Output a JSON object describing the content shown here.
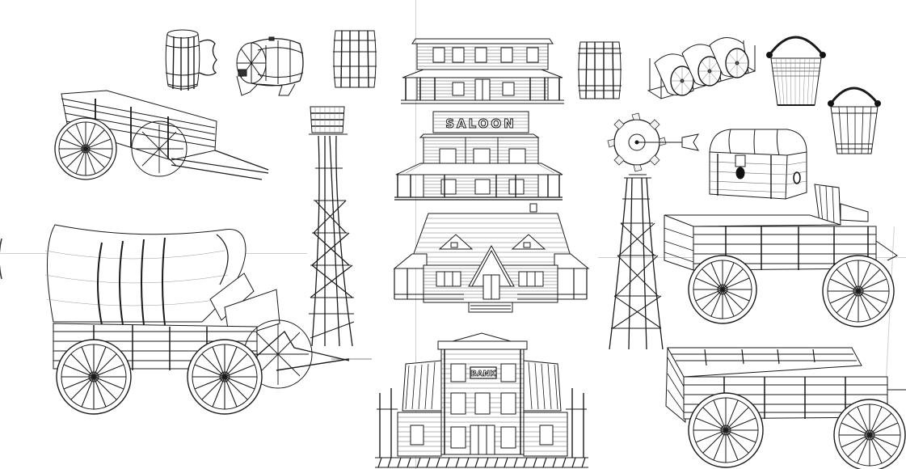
{
  "scene": {
    "description": "Wireframe line-art collection of Wild West 3D models on a white background",
    "background": "#ffffff",
    "line_color": "#1a1a1a",
    "guide_color": "#cfcfcf"
  },
  "signs": {
    "saloon": "SALOON",
    "bank": "BANK"
  },
  "assets": [
    {
      "id": "beer-mug",
      "label": "Barrel beer mug"
    },
    {
      "id": "keg-on-stand",
      "label": "Keg barrel on stand with tap"
    },
    {
      "id": "barrel-1",
      "label": "Upright barrel"
    },
    {
      "id": "hotel",
      "label": "Two-story hotel with porch"
    },
    {
      "id": "barrel-2",
      "label": "Upright barrel"
    },
    {
      "id": "barrel-rack",
      "label": "Three barrels on rack"
    },
    {
      "id": "bucket-large",
      "label": "Metal bucket"
    },
    {
      "id": "bucket-small",
      "label": "Wooden bucket"
    },
    {
      "id": "hand-cart",
      "label": "Two-wheel hand cart"
    },
    {
      "id": "water-tower",
      "label": "Wooden water tower"
    },
    {
      "id": "saloon",
      "label": "Saloon building"
    },
    {
      "id": "windmill",
      "label": "Windmill tower"
    },
    {
      "id": "treasure-chest",
      "label": "Treasure chest"
    },
    {
      "id": "ranch-house",
      "label": "Ranch house"
    },
    {
      "id": "covered-wagon",
      "label": "Covered wagon"
    },
    {
      "id": "farm-wagon-1",
      "label": "Farm wagon with seat"
    },
    {
      "id": "bank",
      "label": "Bank building"
    },
    {
      "id": "farm-wagon-2",
      "label": "Open farm wagon"
    }
  ]
}
